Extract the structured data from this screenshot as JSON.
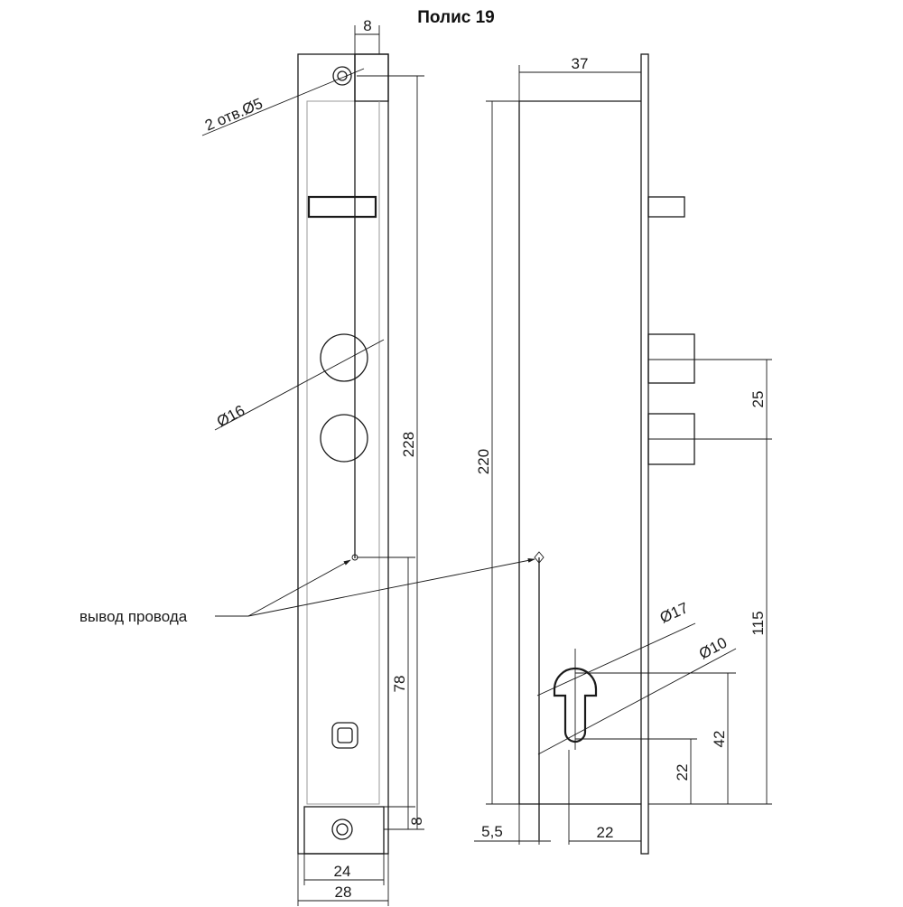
{
  "title": "Полис 19",
  "labels": {
    "holes": "2 отв.Ø5",
    "hole16": "Ø16",
    "wire": "вывод провода",
    "cyl17": "Ø17",
    "cyl10": "Ø10"
  },
  "dimensions": {
    "d8_top": "8",
    "d228": "228",
    "d78": "78",
    "d8_bottom": "8",
    "d24": "24",
    "d28": "28",
    "d37": "37",
    "d220": "220",
    "d25": "25",
    "d115": "115",
    "d42": "42",
    "d22_vert": "22",
    "d5_5": "5,5",
    "d22_horiz": "22"
  }
}
